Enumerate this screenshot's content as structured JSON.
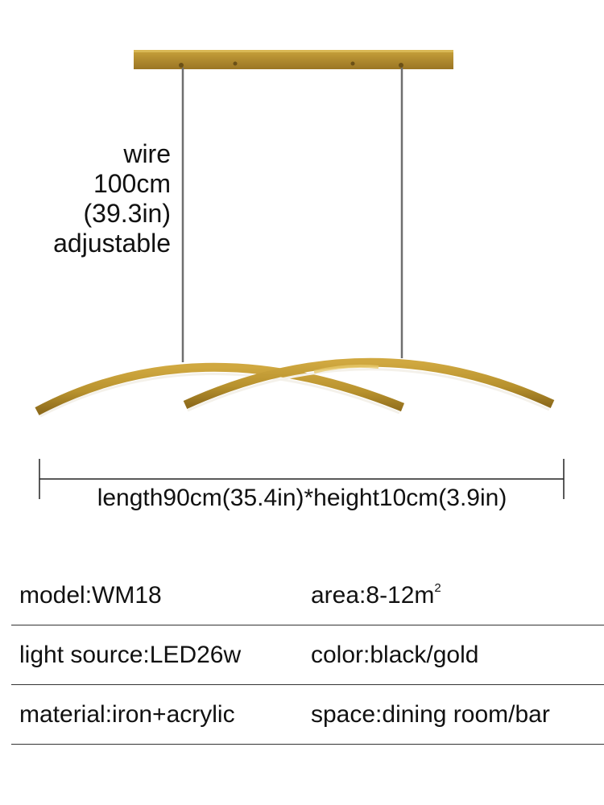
{
  "wire_label": {
    "line1": "wire",
    "line2": "100cm",
    "line3": "(39.3in)",
    "line4": "adjustable"
  },
  "dimension": {
    "text": "length90cm(35.4in)*height10cm(3.9in)"
  },
  "specs": {
    "model": "model:WM18",
    "area": "area:8-12m",
    "area_sup": "2",
    "light_source": "light source:LED26w",
    "color": "color:black/gold",
    "material": "material:iron+acrylic",
    "space": "space:dining room/bar"
  },
  "colors": {
    "gold": "#b8922e",
    "gold_dark": "#8f6c1c",
    "wire": "#6f6f6f",
    "acrylic": "#f4f1ea"
  },
  "icons": {
    "canopy": "ceiling-canopy-icon",
    "lamp": "arc-lamp-icon"
  }
}
